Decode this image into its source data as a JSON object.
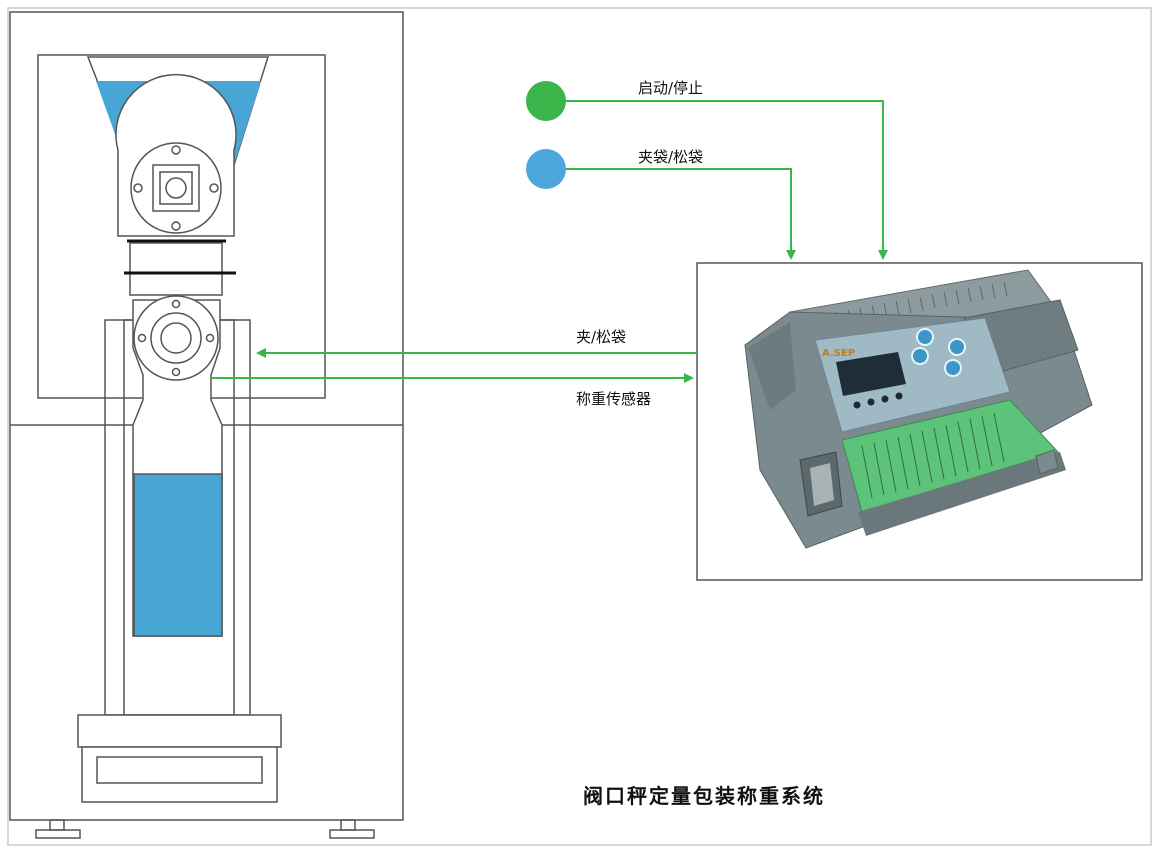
{
  "diagram": {
    "title": "阀口秤定量包装称重系统",
    "labels": {
      "start_stop": "启动/停止",
      "clamp_release_bag": "夹袋/松袋",
      "clamp_release": "夹/松袋",
      "weight_sensor": "称重传感器"
    },
    "buttons": {
      "start_stop_color": "#3ab54a",
      "clamp_color": "#4ba7dc"
    },
    "colors": {
      "material": "#47a6d6",
      "signal_line": "#3ab54a",
      "frame_line": "#555555",
      "plc_body": "#7b8a8e",
      "plc_panel": "#9fb9c5",
      "terminal": "#5dc27a"
    },
    "plc_brand": "A.SEP"
  }
}
